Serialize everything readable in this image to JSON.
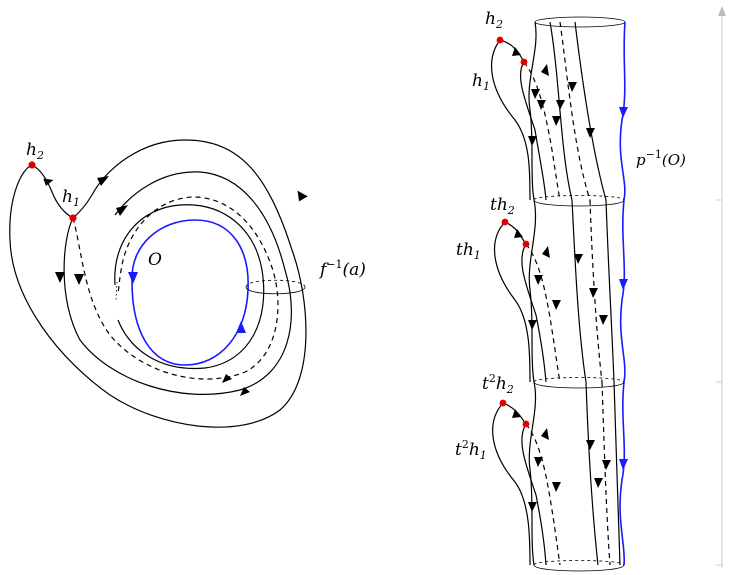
{
  "left_panel": {
    "label_h2": "h",
    "label_h2_sub": "2",
    "label_h1": "h",
    "label_h1_sub": "1",
    "label_orbit": "O",
    "label_fiber_f": "f",
    "label_fiber_exp": "−1",
    "label_fiber_arg": "(a)"
  },
  "right_panel": {
    "label_h2": "h",
    "label_h2_sub": "2",
    "label_h1": "h",
    "label_h1_sub": "1",
    "label_th2_t": "t",
    "label_th2_h": "h",
    "label_th2_sub": "2",
    "label_th1_t": "t",
    "label_th1_h": "h",
    "label_th1_sub": "1",
    "label_t2h2_t": "t",
    "label_t2h2_exp": "2",
    "label_t2h2_h": "h",
    "label_t2h2_sub": "2",
    "label_t2h1_t": "t",
    "label_t2h1_exp": "2",
    "label_t2h1_h": "h",
    "label_t2h1_sub": "1",
    "label_lift_p": "p",
    "label_lift_exp": "−1",
    "label_lift_open": "(",
    "label_lift_orbit": "O",
    "label_lift_close": ")"
  },
  "colors": {
    "curve": "#000000",
    "orbit": "#1a1aff",
    "critical_point": "#e00000"
  },
  "icons": [
    "critical-point-dot",
    "flow-arrow",
    "scrollbar-up-arrow"
  ]
}
